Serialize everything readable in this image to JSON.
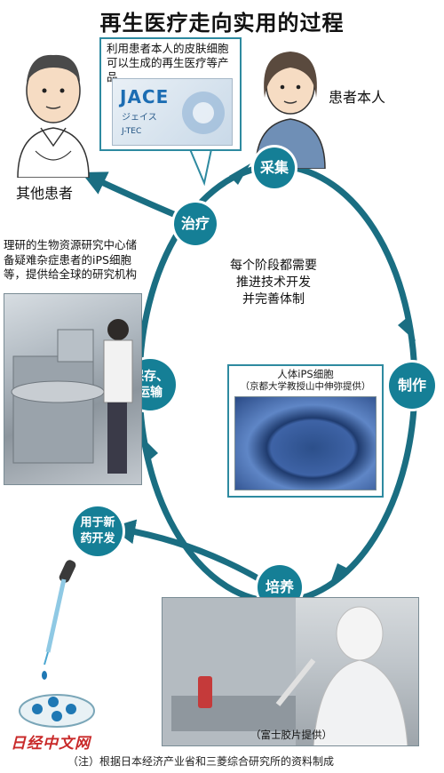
{
  "title": "再生医疗走向实用的过程",
  "product_callout": "利用患者本人的皮肤细胞可以生成的再生医疗等产品",
  "product_box": {
    "brand": "JACE",
    "sub_brand": "ジェイス",
    "maker": "J-TEC"
  },
  "people": {
    "other_patient_label": "其他患者",
    "patient_self_label": "患者本人"
  },
  "stages": {
    "collect": "采集",
    "treat": "治疗",
    "make": "制作",
    "store_line1": "保存、",
    "store_line2": "运输",
    "culture": "培养",
    "drug_line1": "用于新",
    "drug_line2": "药开发"
  },
  "center_text": [
    "每个阶段都需要",
    "推进技术开发",
    "并完善体制"
  ],
  "ips_caption": {
    "line1": "人体iPS细胞",
    "line2": "（京都大学教授山中伸弥提供）"
  },
  "riken_note": "理研的生物资源研究中心储备疑难杂症患者的iPS细胞等，提供给全球的研究机构",
  "photo_credit": "（富士胶片提供）",
  "footer": "（注）根据日本经济产业省和三菱综合研究所的资料制成",
  "watermark": "日经中文网",
  "colors": {
    "node": "#157f96",
    "arrow": "#1a6e82",
    "callout_border": "#2e8aa0",
    "patient_shirt": "#6f8fb6"
  }
}
